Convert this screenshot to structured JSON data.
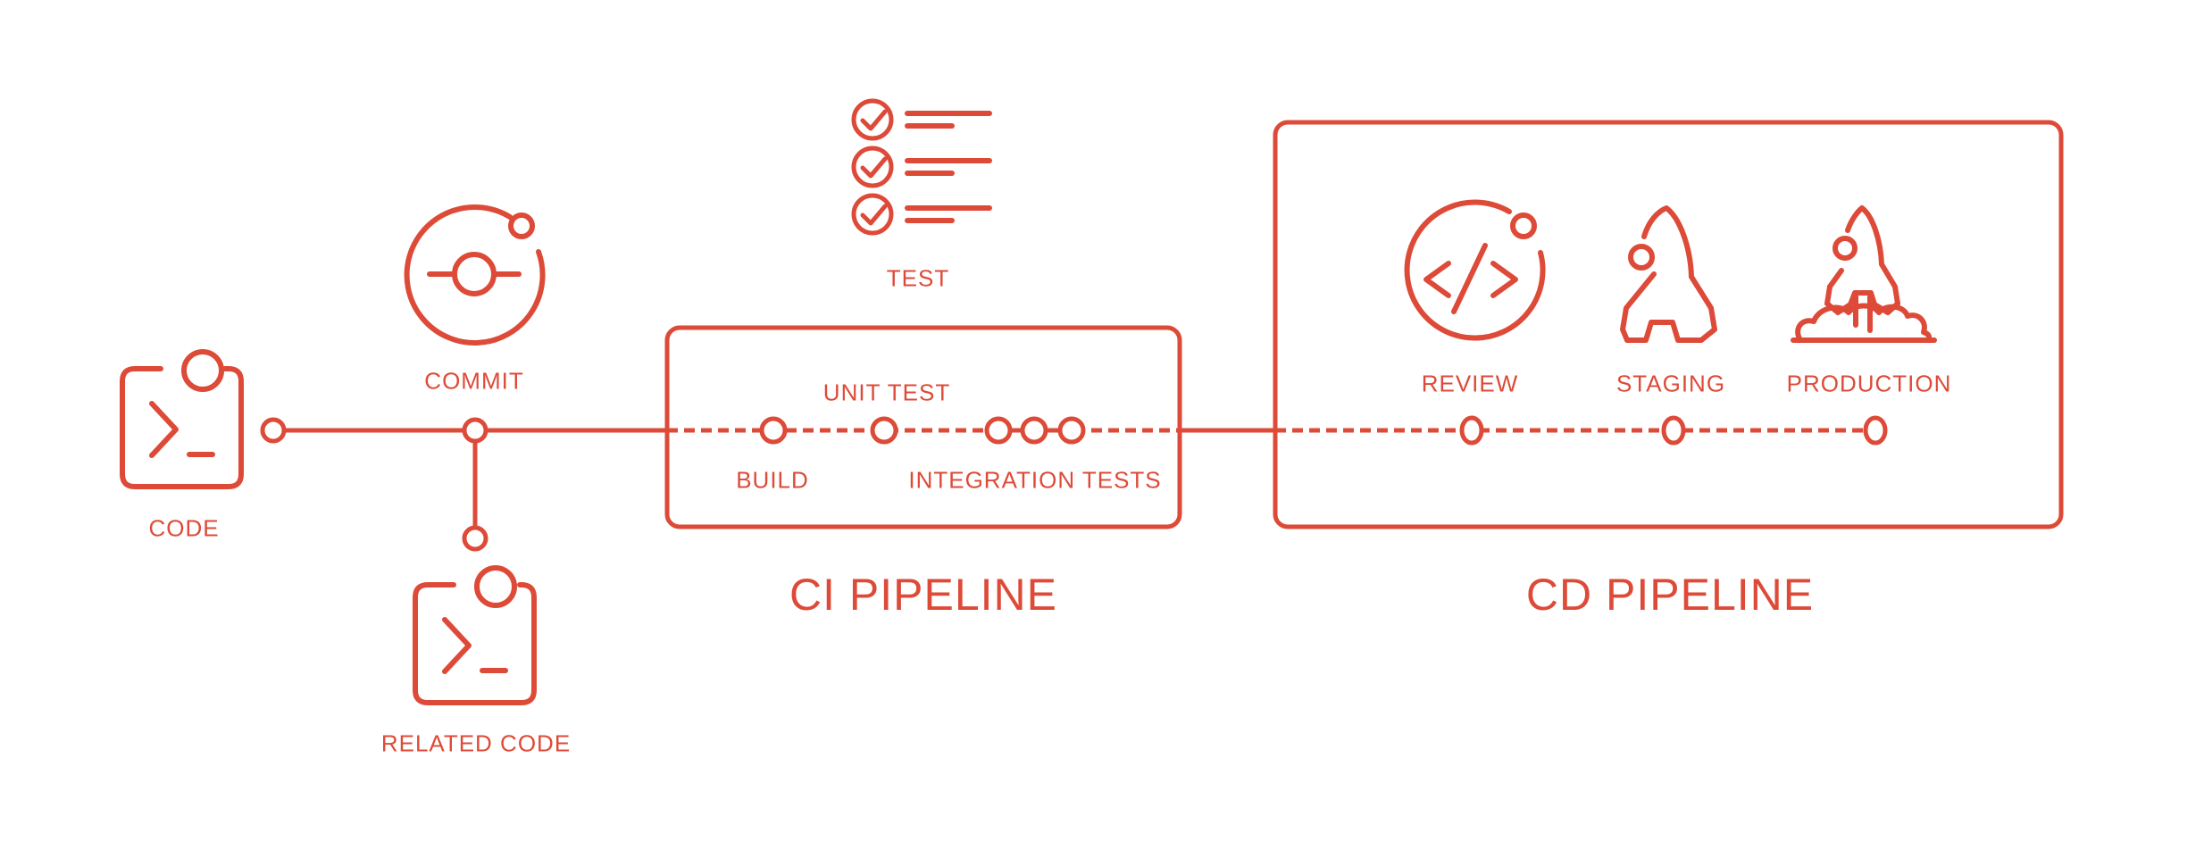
{
  "colors": {
    "accent": "#DE4A38",
    "background": "#FFFFFF"
  },
  "diagram": {
    "stages": {
      "code": {
        "label": "CODE"
      },
      "commit": {
        "label": "COMMIT"
      },
      "related_code": {
        "label": "RELATED CODE"
      },
      "test": {
        "label": "TEST"
      },
      "build": {
        "label": "BUILD"
      },
      "unit_test": {
        "label": "UNIT TEST"
      },
      "integration_tests": {
        "label": "INTEGRATION TESTS"
      },
      "review": {
        "label": "REVIEW"
      },
      "staging": {
        "label": "STAGING"
      },
      "production": {
        "label": "PRODUCTION"
      }
    },
    "groups": {
      "ci": {
        "title": "CI PIPELINE"
      },
      "cd": {
        "title": "CD PIPELINE"
      }
    },
    "icons": {
      "code": "terminal-code-icon",
      "commit": "commit-orbit-icon",
      "related_code": "terminal-code-icon",
      "test": "checklist-icon",
      "review": "code-review-orbit-icon",
      "staging": "rocket-icon",
      "production": "rocket-launch-icon"
    }
  }
}
